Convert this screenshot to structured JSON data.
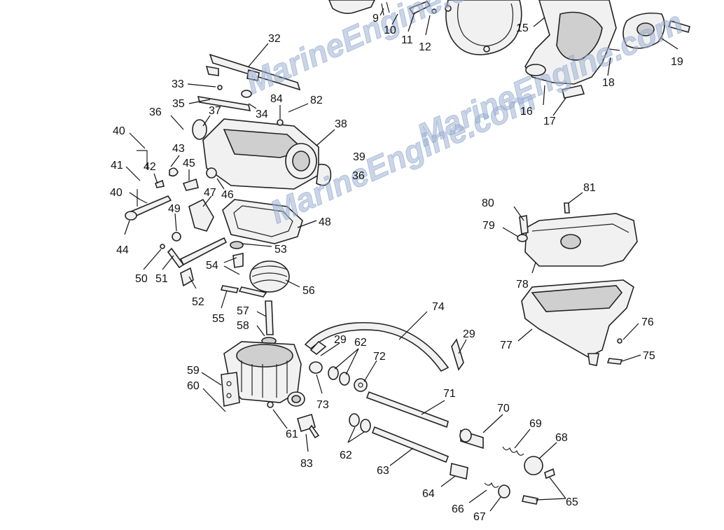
{
  "watermark": {
    "text_top": "MarineEngine.com",
    "text_middle": "MarineEngine.com",
    "text_bottom": "MarineEngine.com",
    "color": "#9fb4d6"
  },
  "callouts": {
    "c9": "9",
    "c10": "10",
    "c11": "11",
    "c12": "12",
    "c15": "15",
    "c16": "16",
    "c17": "17",
    "c18": "18",
    "c19": "19",
    "c29a": "29",
    "c29b": "29",
    "c32": "32",
    "c33": "33",
    "c34": "34",
    "c35": "35",
    "c36a": "36",
    "c36b": "36",
    "c37": "37",
    "c38": "38",
    "c39": "39",
    "c40a": "40",
    "c40b": "40",
    "c41": "41",
    "c42": "42",
    "c43": "43",
    "c44": "44",
    "c45": "45",
    "c46": "46",
    "c47": "47",
    "c48": "48",
    "c49": "49",
    "c50": "50",
    "c51": "51",
    "c52": "52",
    "c53": "53",
    "c54": "54",
    "c55": "55",
    "c56": "56",
    "c57": "57",
    "c58": "58",
    "c59": "59",
    "c60": "60",
    "c61": "61",
    "c62a": "62",
    "c62b": "62",
    "c63": "63",
    "c64": "64",
    "c65": "65",
    "c66": "66",
    "c67": "67",
    "c68": "68",
    "c69": "69",
    "c70": "70",
    "c71": "71",
    "c72": "72",
    "c73": "73",
    "c74": "74",
    "c75": "75",
    "c76": "76",
    "c77": "77",
    "c78": "78",
    "c79": "79",
    "c80": "80",
    "c81": "81",
    "c82": "82",
    "c83": "83",
    "c84": "84"
  }
}
